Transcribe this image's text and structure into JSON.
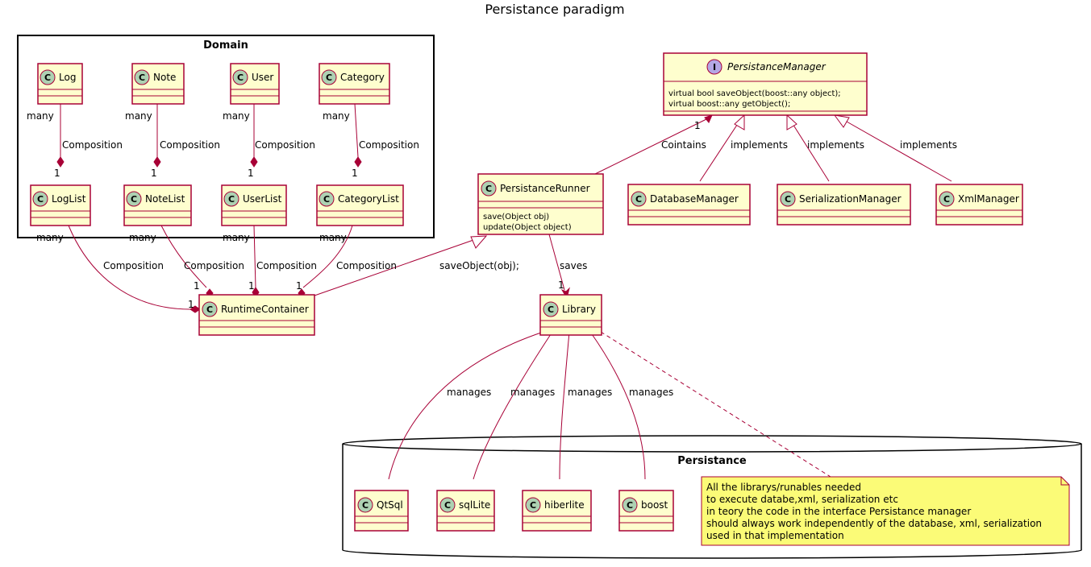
{
  "title": "Persistance paradigm",
  "colors": {
    "class_fill": "#FEFECE",
    "border": "#A80036",
    "note_fill": "#FBFB77",
    "circle_c": "#ADD1B2",
    "circle_i": "#B4A7E5"
  },
  "packages": {
    "domain": "Domain",
    "persistance": "Persistance"
  },
  "classes": {
    "log": "Log",
    "note": "Note",
    "user": "User",
    "category": "Category",
    "loglist": "LogList",
    "notelist": "NoteList",
    "userlist": "UserList",
    "categorylist": "CategoryList",
    "runtime": "RuntimeContainer",
    "manager": "PersistanceManager",
    "manager_m1": "virtual bool saveObject(boost::any object);",
    "manager_m2": "virtual boost::any getObject();",
    "runner": "PersistanceRunner",
    "runner_m1": "save(Object obj)",
    "runner_m2": "update(Object object)",
    "db": "DatabaseManager",
    "ser": "SerializationManager",
    "xml": "XmlManager",
    "library": "Library",
    "qtsql": "QtSql",
    "sqllite": "sqlLite",
    "hiberlite": "hiberlite",
    "boost": "boost"
  },
  "stereo": {
    "class": "C",
    "interface": "I"
  },
  "labels": {
    "many": "many",
    "one": "1",
    "composition": "Composition",
    "cointains": "Cointains",
    "implements": "implements",
    "saveobject": "saveObject(obj);",
    "saves": "saves",
    "manages": "manages"
  },
  "note": [
    "All the librarys/runables needed",
    "to execute databe,xml, serialization etc",
    "in teory the code in the interface Persistance manager",
    "should always work independently of the database, xml, serialization",
    "used in that implementation"
  ]
}
